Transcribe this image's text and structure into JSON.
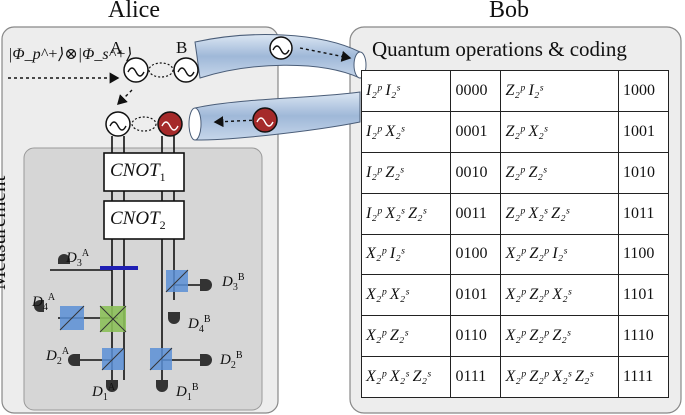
{
  "alice": {
    "title": "Alice",
    "state_label": "|Φ_p^+⟩⊗|Φ_s^+⟩",
    "node_a": "A",
    "node_b": "B"
  },
  "bob": {
    "title": "Bob",
    "heading": "Quantum operations & coding"
  },
  "gates": {
    "cnot1": "CNOT",
    "cnot1_sub": "1",
    "cnot2": "CNOT",
    "cnot2_sub": "2"
  },
  "measurement_label": "Measurement",
  "detectors": {
    "d3a": "D",
    "d3a_sub": "3",
    "d3a_sup": "A",
    "d4a": "D",
    "d4a_sub": "4",
    "d4a_sup": "A",
    "d2a": "D",
    "d2a_sub": "2",
    "d2a_sup": "A",
    "d1a": "D",
    "d1a_sub": "1",
    "d1a_sup": "A",
    "d3b": "D",
    "d3b_sub": "3",
    "d3b_sup": "B",
    "d4b": "D",
    "d4b_sub": "4",
    "d4b_sup": "B",
    "d2b": "D",
    "d2b_sub": "2",
    "d2b_sup": "B",
    "d1b": "D",
    "d1b_sub": "1",
    "d1b_sup": "B"
  },
  "colors": {
    "panel_gray": "#ededed",
    "meas_gray": "#d6d6d6",
    "beam_splitter": "#5b8fd6",
    "pbs_green": "#8cc05a",
    "photon_red": "#a52a2a",
    "fiber_blue": "#9fb8d8",
    "gate_line": "#1f1fb4"
  },
  "operations": [
    {
      "left_op": "I₂ᵖ I₂ˢ",
      "left_code": "0000",
      "right_op": "Z₂ᵖ I₂ˢ",
      "right_code": "1000"
    },
    {
      "left_op": "I₂ᵖ X₂ˢ",
      "left_code": "0001",
      "right_op": "Z₂ᵖ X₂ˢ",
      "right_code": "1001"
    },
    {
      "left_op": "I₂ᵖ Z₂ˢ",
      "left_code": "0010",
      "right_op": "Z₂ᵖ Z₂ˢ",
      "right_code": "1010"
    },
    {
      "left_op": "I₂ᵖ X₂ˢ Z₂ˢ",
      "left_code": "0011",
      "right_op": "Z₂ᵖ X₂ˢ Z₂ˢ",
      "right_code": "1011"
    },
    {
      "left_op": "X₂ᵖ I₂ˢ",
      "left_code": "0100",
      "right_op": "X₂ᵖ Z₂ᵖ I₂ˢ",
      "right_code": "1100"
    },
    {
      "left_op": "X₂ᵖ X₂ˢ",
      "left_code": "0101",
      "right_op": "X₂ᵖ Z₂ᵖ X₂ˢ",
      "right_code": "1101"
    },
    {
      "left_op": "X₂ᵖ Z₂ˢ",
      "left_code": "0110",
      "right_op": "X₂ᵖ Z₂ᵖ Z₂ˢ",
      "right_code": "1110"
    },
    {
      "left_op": "X₂ᵖ X₂ˢ Z₂ˢ",
      "left_code": "0111",
      "right_op": "X₂ᵖ Z₂ᵖ X₂ˢ Z₂ˢ",
      "right_code": "1111"
    }
  ]
}
